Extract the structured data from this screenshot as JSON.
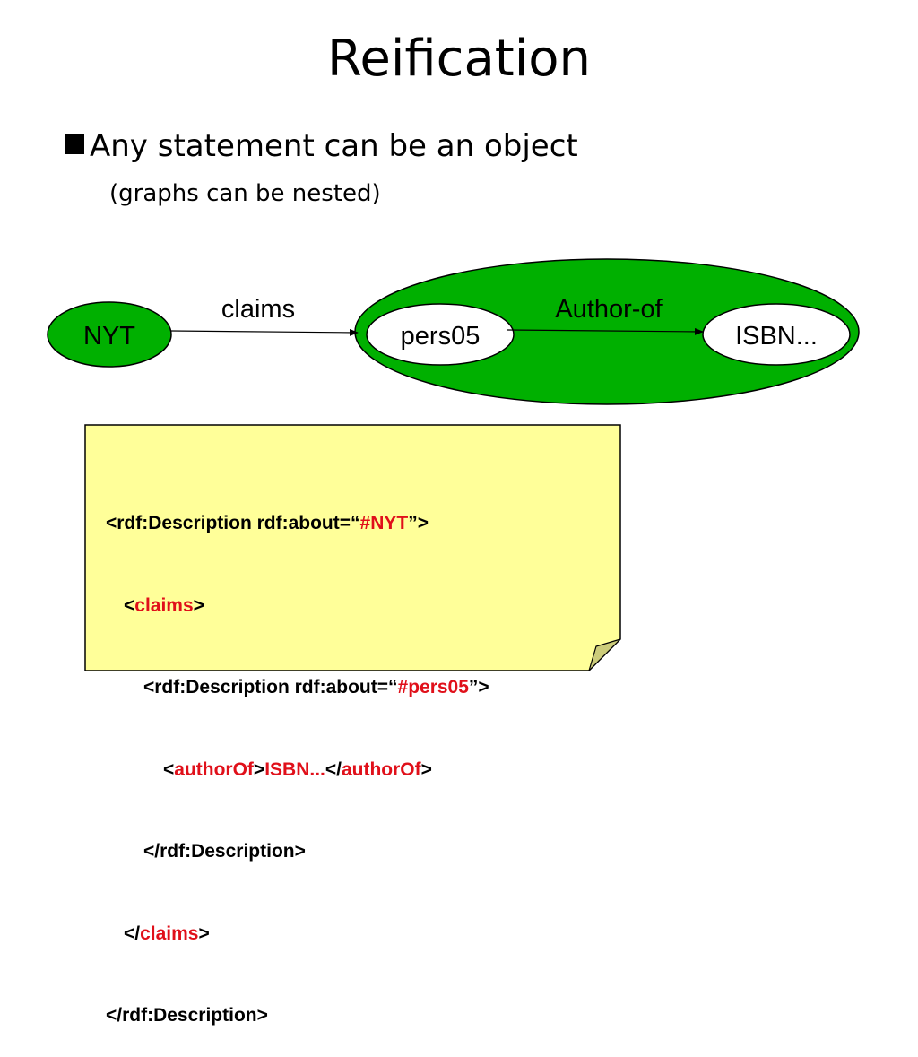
{
  "slide": {
    "title": "Reification",
    "bullet": "Any statement can be an object",
    "sub_bullet": "(graphs can be nested)"
  },
  "diagram": {
    "nodes": {
      "nyt": "NYT",
      "pers05": "pers05",
      "isbn": "ISBN..."
    },
    "edges": {
      "claims": "claims",
      "author_of": "Author-of"
    },
    "colors": {
      "node_fill": "#00b000",
      "inner_node_fill": "#ffffff",
      "note_fill": "#ffff99",
      "highlight": "#e0101a"
    }
  },
  "code_note": {
    "line1": {
      "a": "<rdf:Description rdf:about=“",
      "b": "#NYT",
      "c": "”>"
    },
    "line2": {
      "a": "<",
      "b": "claims",
      "c": ">"
    },
    "line3": {
      "a": "<rdf:Description rdf:about=“",
      "b": "#pers05",
      "c": "”>"
    },
    "line4": {
      "a": "<",
      "b": "authorOf",
      "c": ">",
      "d": "ISBN...",
      "e": "</",
      "f": "authorOf",
      "g": ">"
    },
    "line5": {
      "a": "</rdf:Description>"
    },
    "line6": {
      "a": "</",
      "b": "claims",
      "c": ">"
    },
    "line7": {
      "a": "</rdf:Description>"
    }
  }
}
